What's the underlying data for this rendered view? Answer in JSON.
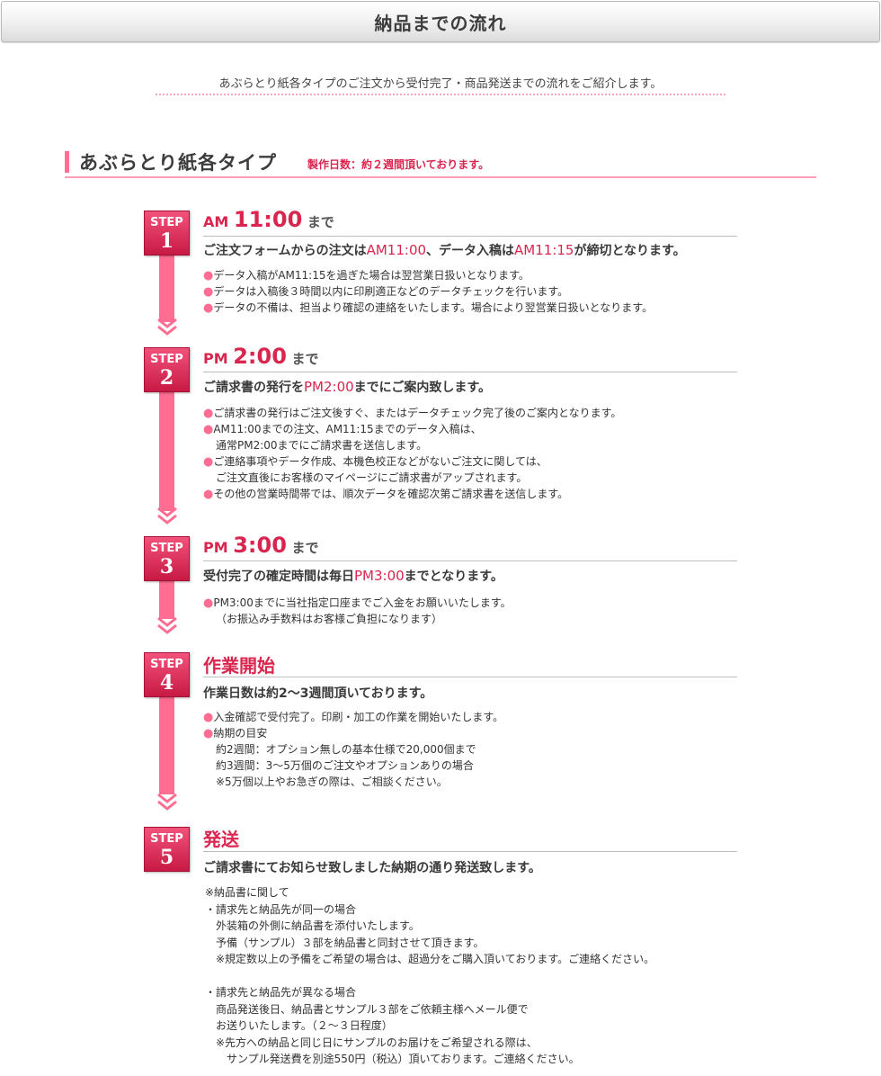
{
  "header": {
    "title": "納品までの流れ"
  },
  "intro": "あぶらとり紙各タイプのご注文から受付完了・商品発送までの流れをご紹介します。",
  "section": {
    "title": "あぶらとり紙各タイプ",
    "production_days": "製作日数：約２週間頂いております。"
  },
  "step_label": "STEP",
  "steps": [
    {
      "num": "1",
      "title_prefix": "AM",
      "title_time": "11:00",
      "title_suffix": "まで",
      "lead": [
        "ご注文フォームからの注文は",
        "AM11:00",
        "、データ入稿は",
        "AM11:15",
        "が締切となります。"
      ],
      "bullets": [
        "データ入稿がAM11:15を過ぎた場合は翌営業日扱いとなります。",
        "データは入稿後３時間以内に印刷適正などのデータチェックを行います。",
        "データの不備は、担当より確認の連絡をいたします。場合により翌営業日扱いとなります。"
      ]
    },
    {
      "num": "2",
      "title_prefix": "PM",
      "title_time": "2:00",
      "title_suffix": "まで",
      "lead": [
        "ご請求書の発行を",
        "PM2:00",
        "までにご案内致します。"
      ],
      "bullets": [
        "ご請求書の発行はご注文後すぐ、またはデータチェック完了後のご案内となります。",
        "AM11:00までの注文、AM11:15までのデータ入稿は、",
        "通常PM2:00までにご請求書を送信します。",
        "ご連絡事項やデータ作成、本機色校正などがないご注文に関しては、",
        "ご注文直後にお客様のマイページにご請求書がアップされます。",
        "その他の営業時間帯では、順次データを確認次第ご請求書を送信します。"
      ]
    },
    {
      "num": "3",
      "title_prefix": "PM",
      "title_time": "3:00",
      "title_suffix": "まで",
      "lead": [
        "受付完了の確定時間は毎日",
        "PM3:00",
        "までとなります。"
      ],
      "bullets": [
        "PM3:00までに当社指定口座までご入金をお願いいたします。",
        "（お振込み手数料はお客様ご負担になります）"
      ]
    },
    {
      "num": "4",
      "title": "作業開始",
      "lead": "作業日数は約2〜3週間頂いております。",
      "bullets": [
        "入金確認で受付完了。印刷・加工の作業を開始いたします。",
        "納期の目安",
        "約2週間：オプション無しの基本仕様で20,000個まで",
        "約3週間：3〜5万個のご注文やオプションありの場合",
        "※5万個以上やお急ぎの際は、ご相談ください。"
      ]
    },
    {
      "num": "5",
      "title": "発送",
      "lead": "ご請求書にてお知らせ致しました納期の通り発送致します。",
      "notes": [
        "※納品書に関して",
        "・請求先と納品先が同一の場合",
        "　外装箱の外側に納品書を添付いたします。",
        "　予備（サンプル）３部を納品書と同封させて頂きます。",
        "　※規定数以上の予備をご希望の場合は、超過分をご購入頂いております。ご連絡ください。",
        "",
        "・請求先と納品先が異なる場合",
        "　商品発送後日、納品書とサンプル３部をご依頼主様へメール便で",
        "　お送りいたします。（２〜３日程度）",
        "　※先方への納品と同じ日にサンプルのお届けをご希望される際は、",
        "　　サンプル発送費を別途550円（税込）頂いております。ご連絡ください。"
      ]
    }
  ],
  "colors": {
    "accent": "#d9264f",
    "pink": "#ff6d92"
  }
}
